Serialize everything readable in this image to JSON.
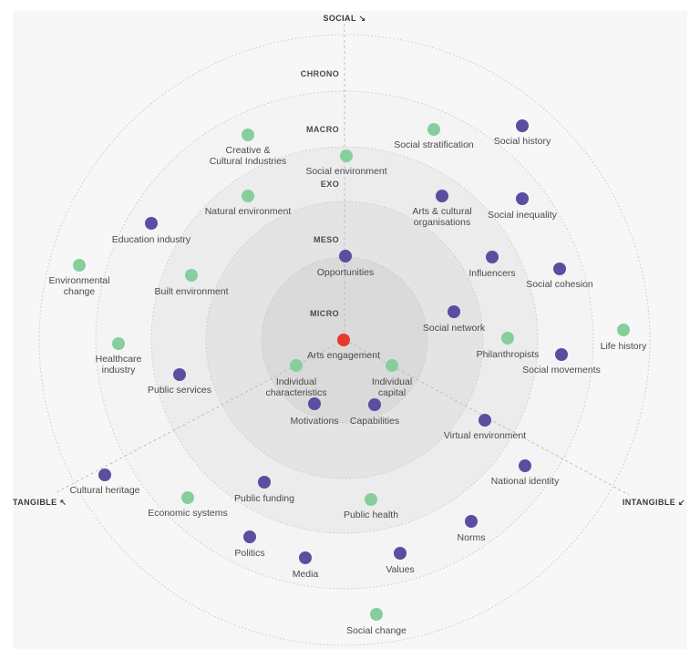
{
  "colors": {
    "frame": "#f7f7f7",
    "ring_fill": [
      "#f4f4f4",
      "#ececec",
      "#e4e4e4",
      "#dadada"
    ],
    "ring_stroke": "#c4c4c4",
    "axis": "#b8b8b8",
    "center": "#e8392f",
    "green": "#86cf9c",
    "purple": "#5a4ea0"
  },
  "axes": {
    "social": "SOCIAL ↘",
    "tangible": "TANGIBLE ↖",
    "intangible": "INTANGIBLE ↙"
  },
  "rings": [
    "CHRONO",
    "MACRO",
    "EXO",
    "MESO",
    "MICRO"
  ],
  "center_node": {
    "label": "Arts engagement",
    "color": "red"
  },
  "nodes": [
    {
      "label": "Social stratification",
      "color": "green"
    },
    {
      "label": "Social history",
      "color": "purple"
    },
    {
      "label": "Creative &\nCultural Industries",
      "color": "green"
    },
    {
      "label": "Social environment",
      "color": "green"
    },
    {
      "label": "Natural environment",
      "color": "green"
    },
    {
      "label": "Arts & cultural\norganisations",
      "color": "purple"
    },
    {
      "label": "Social inequality",
      "color": "purple"
    },
    {
      "label": "Education industry",
      "color": "purple"
    },
    {
      "label": "Environmental\nchange",
      "color": "green"
    },
    {
      "label": "Built environment",
      "color": "green"
    },
    {
      "label": "Opportunities",
      "color": "purple"
    },
    {
      "label": "Influencers",
      "color": "purple"
    },
    {
      "label": "Social cohesion",
      "color": "purple"
    },
    {
      "label": "Social network",
      "color": "purple"
    },
    {
      "label": "Life history",
      "color": "green"
    },
    {
      "label": "Healthcare\nindustry",
      "color": "green"
    },
    {
      "label": "Philanthropists",
      "color": "green"
    },
    {
      "label": "Social movements",
      "color": "purple"
    },
    {
      "label": "Public services",
      "color": "purple"
    },
    {
      "label": "Individual\ncharacteristics",
      "color": "green"
    },
    {
      "label": "Individual\ncapital",
      "color": "green"
    },
    {
      "label": "Motivations",
      "color": "purple"
    },
    {
      "label": "Capabilities",
      "color": "purple"
    },
    {
      "label": "Virtual environment",
      "color": "purple"
    },
    {
      "label": "National identity",
      "color": "purple"
    },
    {
      "label": "Cultural heritage",
      "color": "purple"
    },
    {
      "label": "Public funding",
      "color": "purple"
    },
    {
      "label": "Economic systems",
      "color": "green"
    },
    {
      "label": "Public health",
      "color": "green"
    },
    {
      "label": "Norms",
      "color": "purple"
    },
    {
      "label": "Politics",
      "color": "purple"
    },
    {
      "label": "Media",
      "color": "purple"
    },
    {
      "label": "Values",
      "color": "purple"
    },
    {
      "label": "Social change",
      "color": "green"
    }
  ]
}
